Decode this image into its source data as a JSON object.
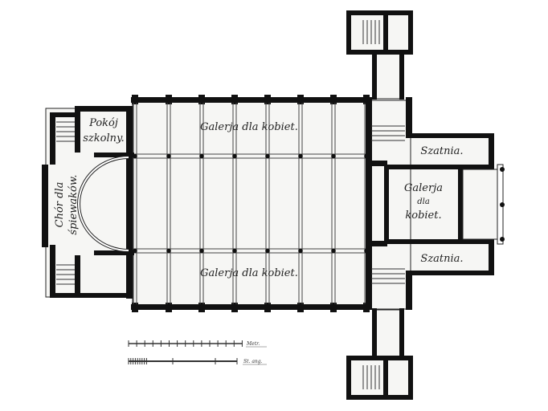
{
  "plan": {
    "rooms": {
      "gallery_top": "Galerja dla kobiet.",
      "gallery_bottom": "Galerja dla kobiet.",
      "school_room": [
        "Pokój",
        "szkolny."
      ],
      "choir": [
        "Chór dla",
        "śpiewaków."
      ],
      "cloakroom_top": "Szatnia.",
      "cloakroom_bottom": "Szatnia.",
      "gallery_right": [
        "Galerja",
        "dla",
        "kobiet."
      ]
    },
    "scale": {
      "metric_label": "Metr.",
      "imperial_label": "St. ang."
    }
  }
}
